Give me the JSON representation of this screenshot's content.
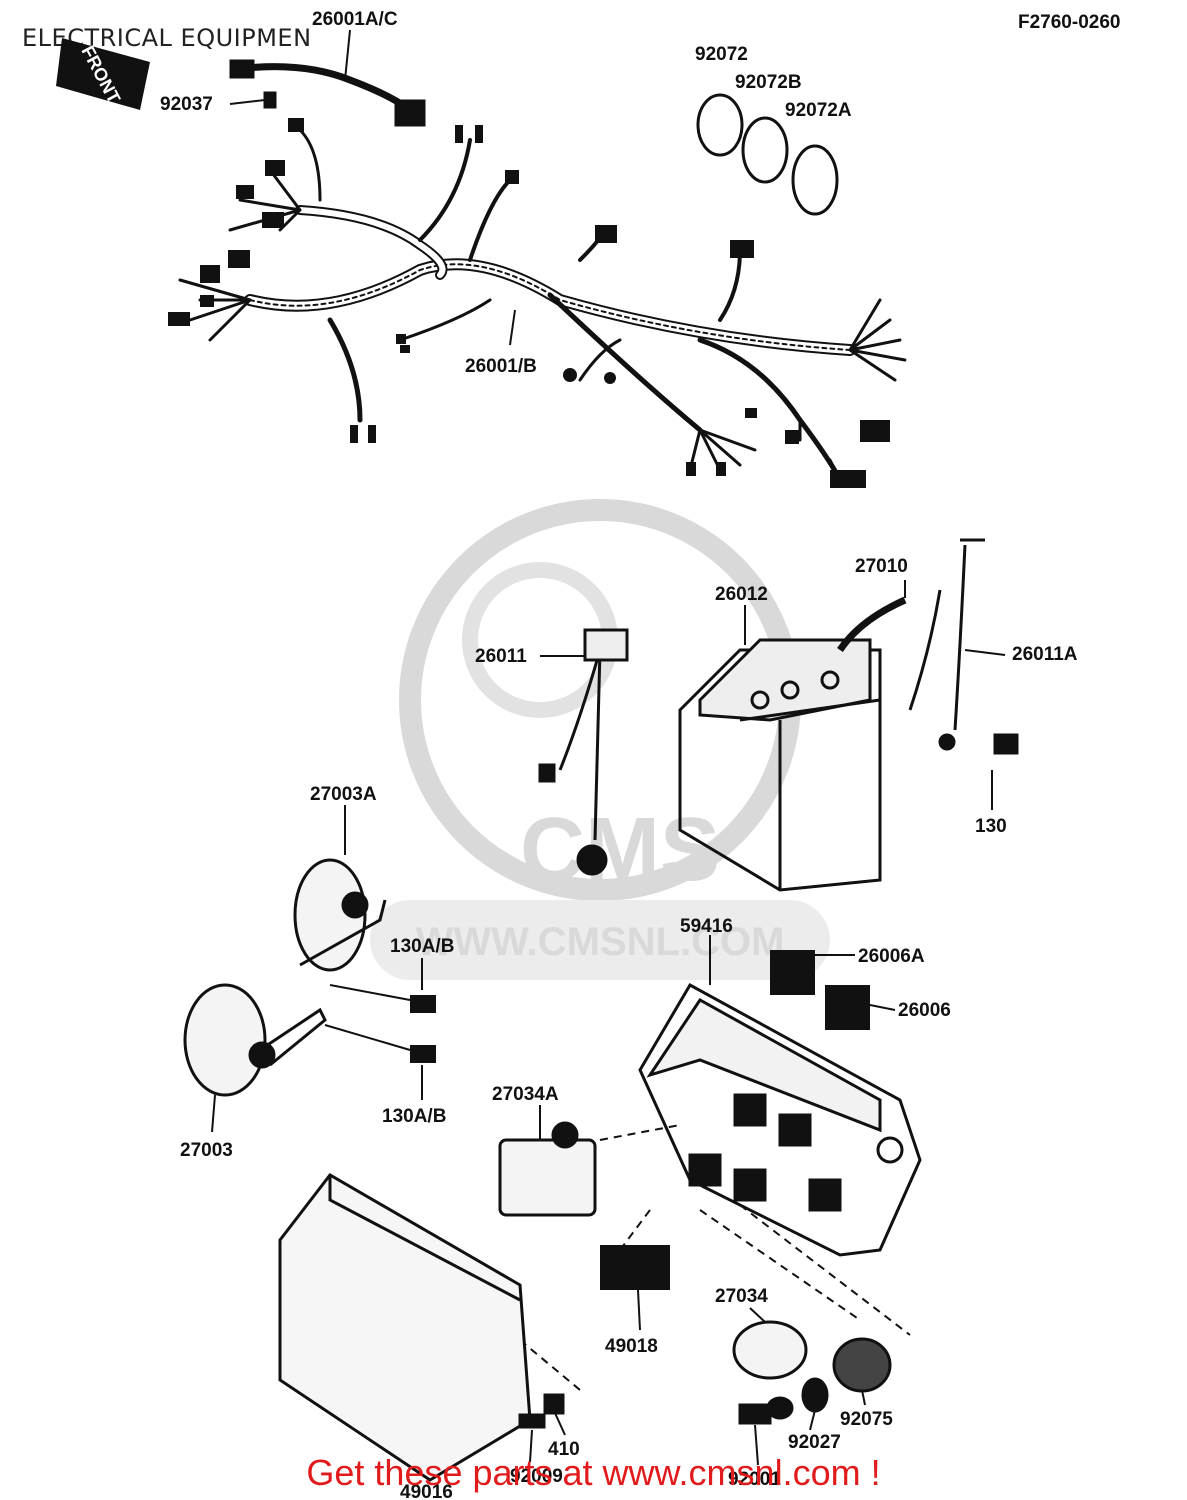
{
  "header": {
    "title": "ELECTRICAL EQUIPMEN",
    "diagram_code": "F2760-0260"
  },
  "watermark": {
    "logo_text": "CMS",
    "url_text": "WWW.CMSNL.COM"
  },
  "front_tag": "FRONT",
  "footer": {
    "cta": "Get these parts at www.cmsnl.com !"
  },
  "colors": {
    "ink": "#111111",
    "watermark": "#d9d9d9",
    "footer_red": "#e11b1b"
  },
  "parts": [
    {
      "id": "26001AC",
      "label": "26001A/C"
    },
    {
      "id": "92037",
      "label": "92037"
    },
    {
      "id": "92072",
      "label": "92072"
    },
    {
      "id": "92072B",
      "label": "92072B"
    },
    {
      "id": "92072A",
      "label": "92072A"
    },
    {
      "id": "26001B",
      "label": "26001/B"
    },
    {
      "id": "27010",
      "label": "27010"
    },
    {
      "id": "26012",
      "label": "26012"
    },
    {
      "id": "26011",
      "label": "26011"
    },
    {
      "id": "26011A",
      "label": "26011A"
    },
    {
      "id": "130",
      "label": "130"
    },
    {
      "id": "27003A",
      "label": "27003A"
    },
    {
      "id": "130AB_1",
      "label": "130A/B"
    },
    {
      "id": "59416",
      "label": "59416"
    },
    {
      "id": "26006A",
      "label": "26006A"
    },
    {
      "id": "26006",
      "label": "26006"
    },
    {
      "id": "130AB_2",
      "label": "130A/B"
    },
    {
      "id": "27003",
      "label": "27003"
    },
    {
      "id": "27034A",
      "label": "27034A"
    },
    {
      "id": "27034",
      "label": "27034"
    },
    {
      "id": "49018",
      "label": "49018"
    },
    {
      "id": "92075",
      "label": "92075"
    },
    {
      "id": "92027",
      "label": "92027"
    },
    {
      "id": "410",
      "label": "410"
    },
    {
      "id": "49016",
      "label": "49016"
    },
    {
      "id": "92009",
      "label": "92009"
    },
    {
      "id": "92001",
      "label": "92001"
    }
  ]
}
